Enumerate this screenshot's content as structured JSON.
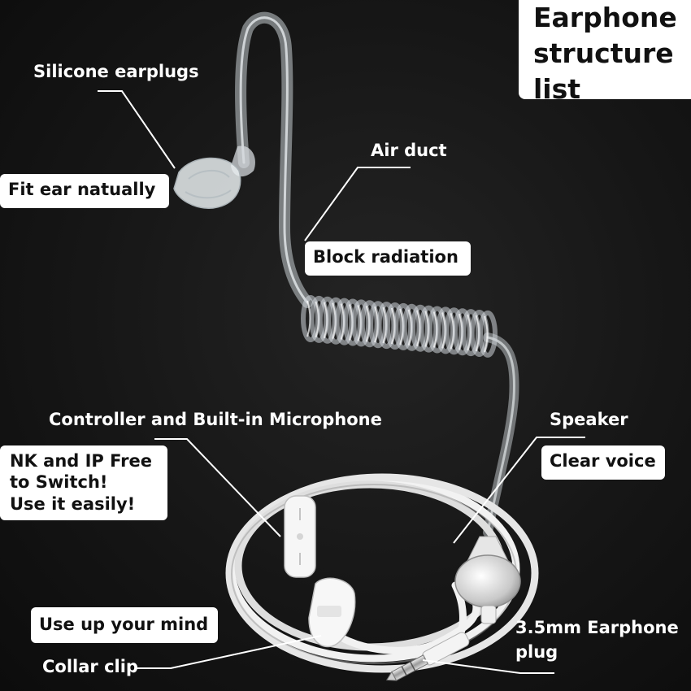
{
  "title": {
    "lines": [
      "Earphone",
      "structure",
      "list"
    ]
  },
  "labels": {
    "silicone": "Silicone earplugs",
    "fit_ear": "Fit ear natually",
    "air_duct": "Air duct",
    "block_radiation": "Block radiation",
    "controller": "Controller and Built-in Microphone",
    "nk_ip": [
      "NK and IP Free",
      "to Switch!",
      "Use it easily!"
    ],
    "speaker": "Speaker",
    "clear_voice": "Clear voice",
    "use_mind": "Use up your mind",
    "collar_clip": "Collar clip",
    "plug": [
      "3.5mm Earphone",
      "plug"
    ]
  },
  "colors": {
    "background": "#141414",
    "label_box": "#ffffff",
    "label_text_on_dark": "#ffffff",
    "cable": "#f2f2f2",
    "tube": "#cfd6da"
  }
}
